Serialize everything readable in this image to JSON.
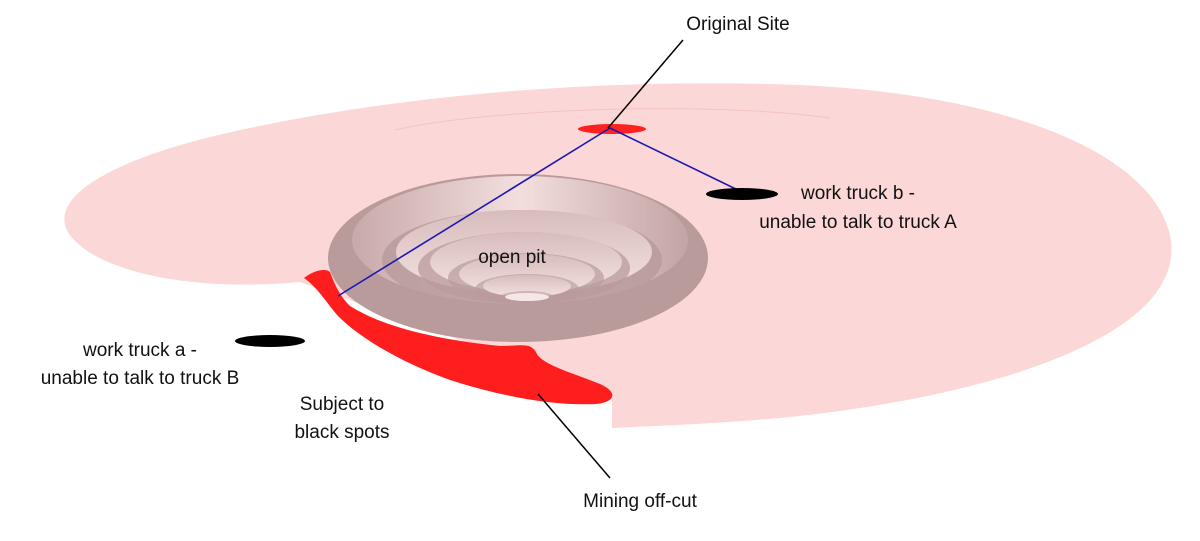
{
  "labels": {
    "original_site": "Original Site",
    "truck_b_line1": "work truck b -",
    "truck_b_line2": "unable to talk to truck A",
    "open_pit": "open pit",
    "truck_a_line1": "work truck a -",
    "truck_a_line2": "unable to talk to truck B",
    "black_spots_line1": "Subject to",
    "black_spots_line2": "black spots",
    "off_cut": "Mining off-cut"
  },
  "colors": {
    "ground": "#fcd7d7",
    "pit_wall": "#b99b9b",
    "pit_terrace": "#e7c9c9",
    "off_cut": "#ff1e1e",
    "site_marker": "#ff2020",
    "signal_line": "#1a1ab0",
    "truck": "#000000",
    "leader_line": "#000000"
  }
}
